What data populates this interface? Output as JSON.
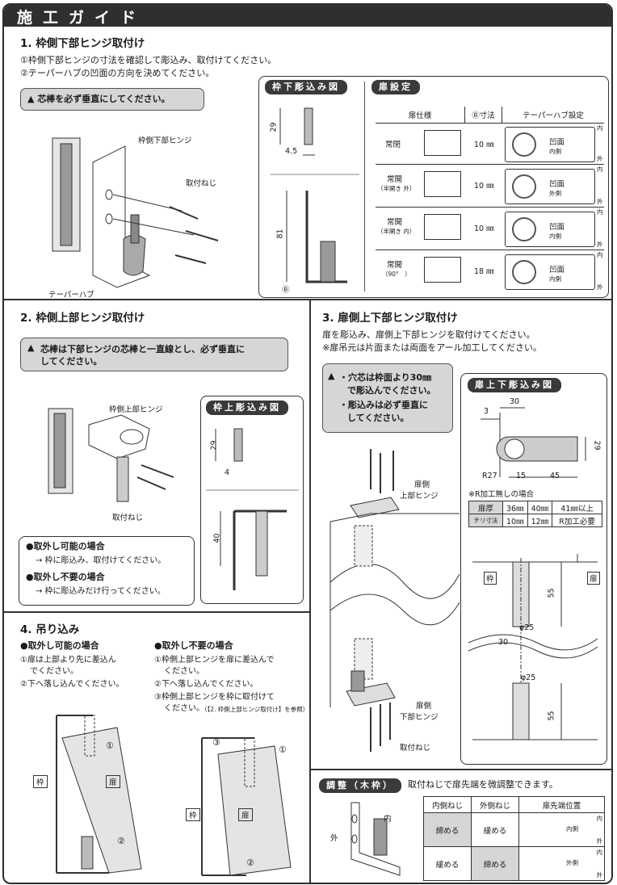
{
  "header": {
    "title": "施工ガイド"
  },
  "s1": {
    "title": "1. 枠側下部ヒンジ取付け",
    "step1": "①枠側下部ヒンジの寸法を確認して彫込み、取付けてください。",
    "step2": "②テーパーハブの凹面の方向を決めてください。",
    "warning": "芯棒を必ず垂直にしてください。",
    "label_hinge": "枠側下部ヒンジ",
    "label_screw": "取付ねじ",
    "label_hub": "テーパーハブ",
    "mortise_title": "枠下彫込み図",
    "dim_29": "29",
    "dim_45": "4.5",
    "dim_81": "81",
    "dim_B": "Ⓑ",
    "door_setting_title": "扉設定",
    "table_headers": [
      "扉仕様",
      "Ⓑ寸法",
      "テーパーハブ設定"
    ],
    "rows": [
      {
        "spec": "常閉",
        "sub": "",
        "dim": "10 ㎜",
        "face": "凹面",
        "side": "内側"
      },
      {
        "spec": "常開",
        "sub": "（半開き 外）",
        "dim": "10 ㎜",
        "face": "凹面",
        "side": "外側"
      },
      {
        "spec": "常開",
        "sub": "（半開き 内）",
        "dim": "10 ㎜",
        "face": "凹面",
        "side": "内側"
      },
      {
        "spec": "常開",
        "sub": "（90°　）",
        "dim": "18 ㎜",
        "face": "凹面",
        "side": "内側"
      }
    ],
    "label_in": "内",
    "label_out": "外"
  },
  "s2": {
    "title": "2. 枠側上部ヒンジ取付け",
    "warning_line1": "芯棒は下部ヒンジの芯棒と一直線とし、必ず垂直に",
    "warning_line2": "してください。",
    "label_hinge": "枠側上部ヒンジ",
    "label_screw": "取付ねじ",
    "mortise_title": "枠上彫込み図",
    "dim_29": "29",
    "dim_4": "4",
    "dim_40": "40",
    "removable": "●取外し可能の場合",
    "removable_desc": "→ 枠に彫込み、取付けてください。",
    "nonremovable": "●取外し不要の場合",
    "nonremovable_desc": "→ 枠に彫込みだけ行ってください。"
  },
  "s3": {
    "title": "3. 扉側上下部ヒンジ取付け",
    "desc1": "扉を彫込み、扉側上下部ヒンジを取付けてください。",
    "desc2": "※扉吊元は片面または両面をアール加工してください。",
    "warning_line1": "・穴芯は枠面より30㎜",
    "warning_line2": "で彫込んでください。",
    "warning_line3": "・彫込みは必ず垂直に",
    "warning_line4": "してください。",
    "label_upper_l1": "扉側",
    "label_upper_l2": "上部ヒンジ",
    "label_lower_l1": "扉側",
    "label_lower_l2": "下部ヒンジ",
    "label_screw": "取付ねじ",
    "mortise_title": "扉上下彫込み図",
    "dim_30": "30",
    "dim_3": "3",
    "dim_29": "29",
    "dim_R27": "R27",
    "dim_15": "15",
    "dim_45": "45",
    "r_note": "※R加工無しの場合",
    "r_table": [
      [
        "扉厚",
        "36㎜",
        "40㎜",
        "41㎜以上"
      ],
      [
        "チリ寸法",
        "10㎜",
        "12㎜",
        "R加工必要"
      ]
    ],
    "label_frame": "枠",
    "label_door": "扉",
    "dim_55": "55",
    "dim_phi25": "φ25"
  },
  "s4": {
    "title": "4. 吊り込み",
    "left_title": "●取外し可能の場合",
    "left_step1": "①扉は上部より先に差込ん",
    "left_step1b": "でください。",
    "left_step2": "②下へ落し込んでください。",
    "right_title": "●取外し不要の場合",
    "right_step1": "①枠側上部ヒンジを扉に差込んで",
    "right_step1b": "ください。",
    "right_step2": "②下へ落し込んでください。",
    "right_step3": "③枠側上部ヒンジを枠に取付けて",
    "right_step3b": "ください。",
    "right_step3ref": "（【2. 枠側上部ヒンジ取付け】を参照）",
    "label_frame": "枠",
    "label_door": "扉",
    "num1": "①",
    "num2": "②",
    "num3": "③"
  },
  "adjust": {
    "title": "調整（木枠）",
    "desc": "取付ねじで扉先端を微調整できます。",
    "headers": [
      "内側ねじ",
      "外側ねじ",
      "扉先端位置"
    ],
    "rows": [
      {
        "inner": "締める",
        "outer": "緩める",
        "pos": "内側"
      },
      {
        "inner": "緩める",
        "outer": "締める",
        "pos": "外側"
      }
    ],
    "label_in": "内",
    "label_out": "外"
  }
}
